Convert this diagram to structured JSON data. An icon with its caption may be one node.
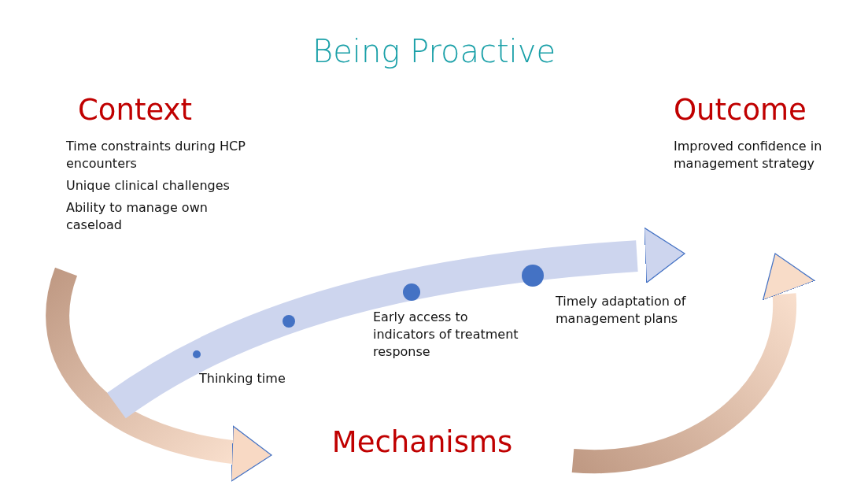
{
  "diagram": {
    "title": "Being Proactive",
    "nodes": [
      {
        "text": [
          "Context",
          "Time constraints during HCP encounters",
          "Unique clinical challenges",
          "Ability to manage own caseload"
        ]
      },
      {
        "text": [
          "Mechanisms"
        ]
      },
      {
        "text": [
          "Outcome",
          "Improved confidence in management strategy"
        ]
      },
      {
        "text": [],
        "shape": "circle",
        "beside": [
          "Thinking time"
        ]
      },
      {
        "text": [],
        "shape": "circle"
      },
      {
        "text": [],
        "shape": "circle",
        "beside": [
          "Early access to indicators of treatment response"
        ]
      },
      {
        "text": [],
        "shape": "circle",
        "beside": [
          "Timely adaptation of management plans"
        ]
      }
    ],
    "edges": [
      {
        "from": 0,
        "to": 1,
        "arrow": "to"
      },
      {
        "from": 1,
        "to": 2,
        "arrow": "to"
      },
      {
        "from": null,
        "to": 2,
        "arrow": "to"
      }
    ]
  }
}
